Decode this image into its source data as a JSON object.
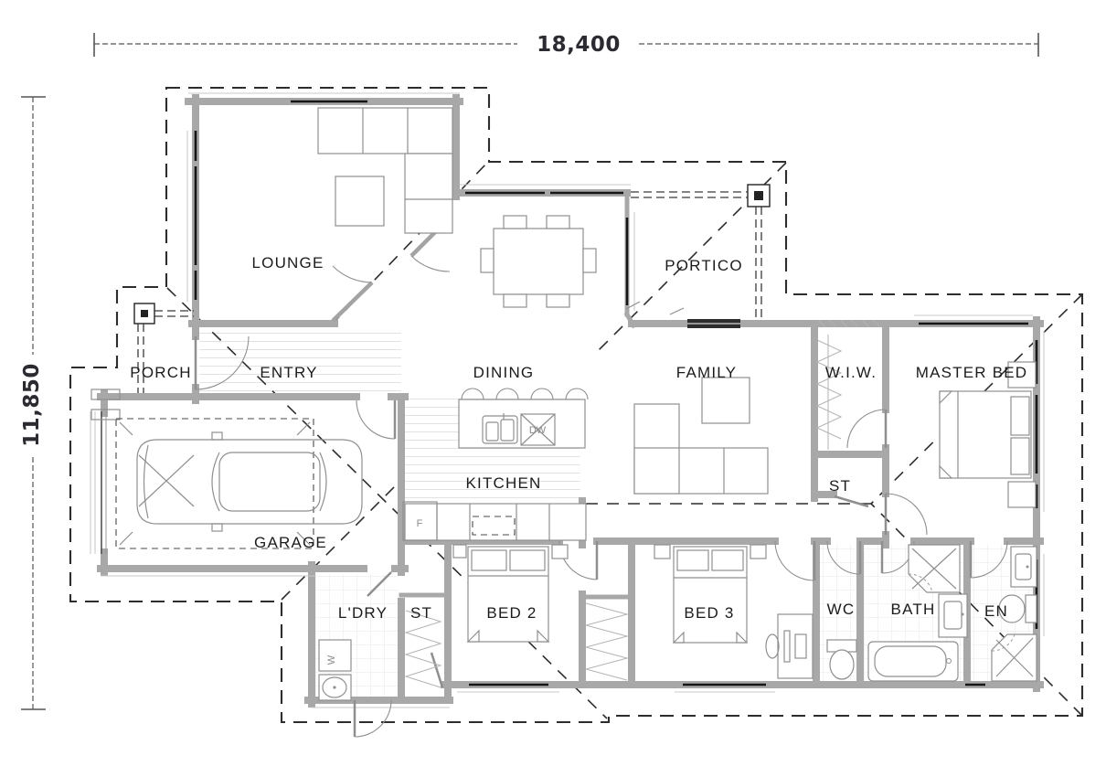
{
  "dimensions": {
    "width": "18,400",
    "height": "11,850"
  },
  "rooms": {
    "lounge": "LOUNGE",
    "portico": "PORTICO",
    "porch": "PORCH",
    "entry": "ENTRY",
    "dining": "DINING",
    "family": "FAMILY",
    "wiw": "W.I.W.",
    "master_bed": "MASTER BED",
    "kitchen": "KITCHEN",
    "store_hall": "ST",
    "garage": "GARAGE",
    "laundry": "L'DRY",
    "store_laundry": "ST",
    "bed2": "BED 2",
    "bed3": "BED 3",
    "wc": "WC",
    "bath": "BATH",
    "ensuite": "EN"
  },
  "appliances": {
    "fridge": "F",
    "dishwasher": "DW",
    "washer": "W"
  },
  "colors": {
    "wall": "#a8a8a8",
    "window": "#161616",
    "roof_dash": "#2d2d2d",
    "furniture": "#8f8f8f",
    "label": "#1b1b1b",
    "dimension": "#2b2b31"
  }
}
